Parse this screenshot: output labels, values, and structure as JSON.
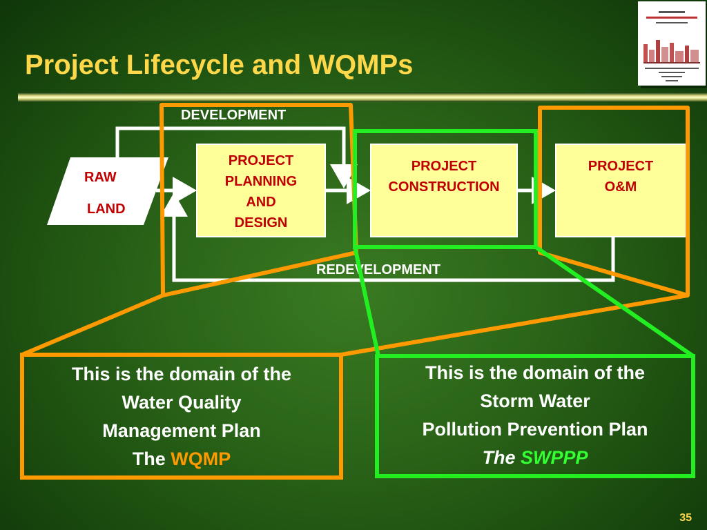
{
  "title": "Project Lifecycle and WQMPs",
  "page_number": "35",
  "diagram": {
    "raw_land": [
      "RAW",
      "LAND"
    ],
    "development_label": "DEVELOPMENT",
    "redevelopment_label": "REDEVELOPMENT",
    "stages": [
      {
        "lines": [
          "PROJECT",
          "PLANNING",
          "AND",
          "DESIGN"
        ]
      },
      {
        "lines": [
          "PROJECT",
          "CONSTRUCTION"
        ]
      },
      {
        "lines": [
          "PROJECT",
          "O&M"
        ]
      }
    ]
  },
  "callouts": {
    "wqmp": {
      "lines": [
        "This is the domain of the",
        "Water Quality",
        "Management Plan"
      ],
      "last_prefix": "The ",
      "last_highlight": "WQMP",
      "highlight_color": "#ff9900"
    },
    "swppp": {
      "lines": [
        "This is the domain of the",
        "Storm Water",
        "Pollution Prevention Plan"
      ],
      "last_prefix": "The ",
      "last_highlight": "SWPPP",
      "highlight_color": "#33ff33"
    }
  },
  "colors": {
    "title": "#ffd84a",
    "orange_frame": "#ff9900",
    "green_frame": "#22ee22",
    "stage_fill": "#ffff9a",
    "stage_text": "#c00000"
  }
}
